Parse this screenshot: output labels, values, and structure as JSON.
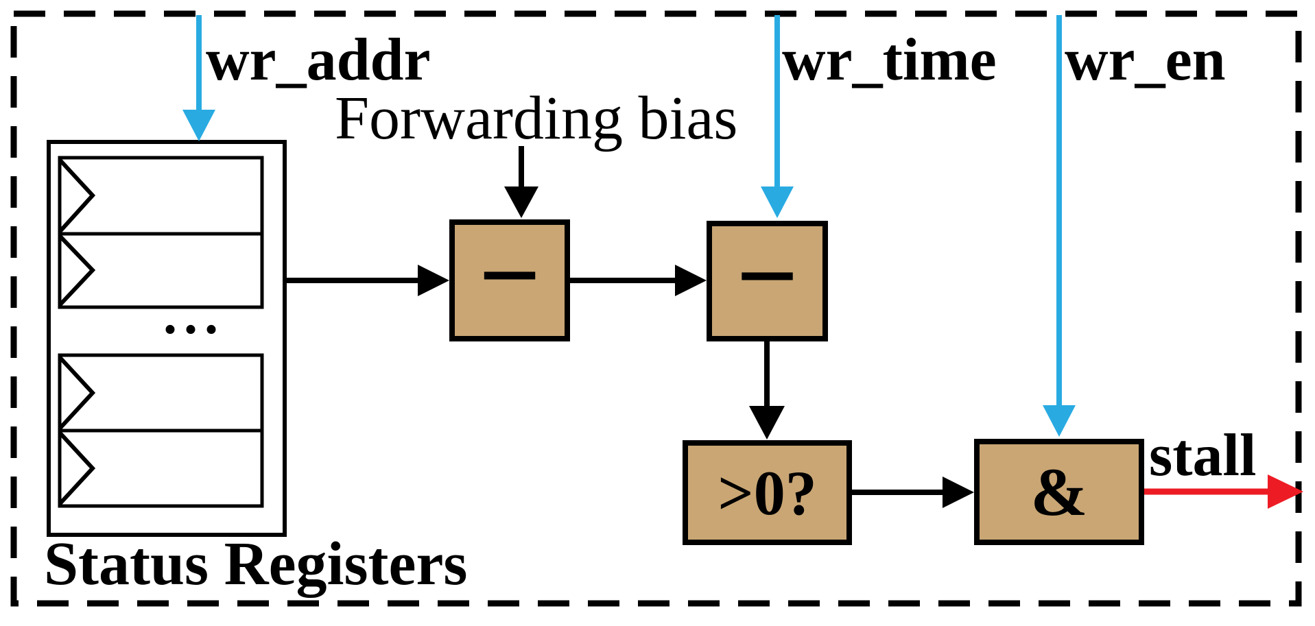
{
  "labels": {
    "wr_addr": "wr_addr",
    "wr_time": "wr_time",
    "wr_en": "wr_en",
    "forwarding_bias": "Forwarding bias",
    "status_registers": "Status Registers",
    "stall": "stall",
    "ellipsis": "..."
  },
  "blocks": {
    "subtract1": {
      "operator": "−"
    },
    "subtract2": {
      "operator": "−"
    },
    "comparator": {
      "label": ">0?"
    },
    "and_gate": {
      "label": "&"
    }
  },
  "colors": {
    "input_signal": "#29ABE2",
    "output_signal": "#ED1C24",
    "block_fill": "#C9A674",
    "line": "#000000",
    "background": "#FFFFFF"
  }
}
